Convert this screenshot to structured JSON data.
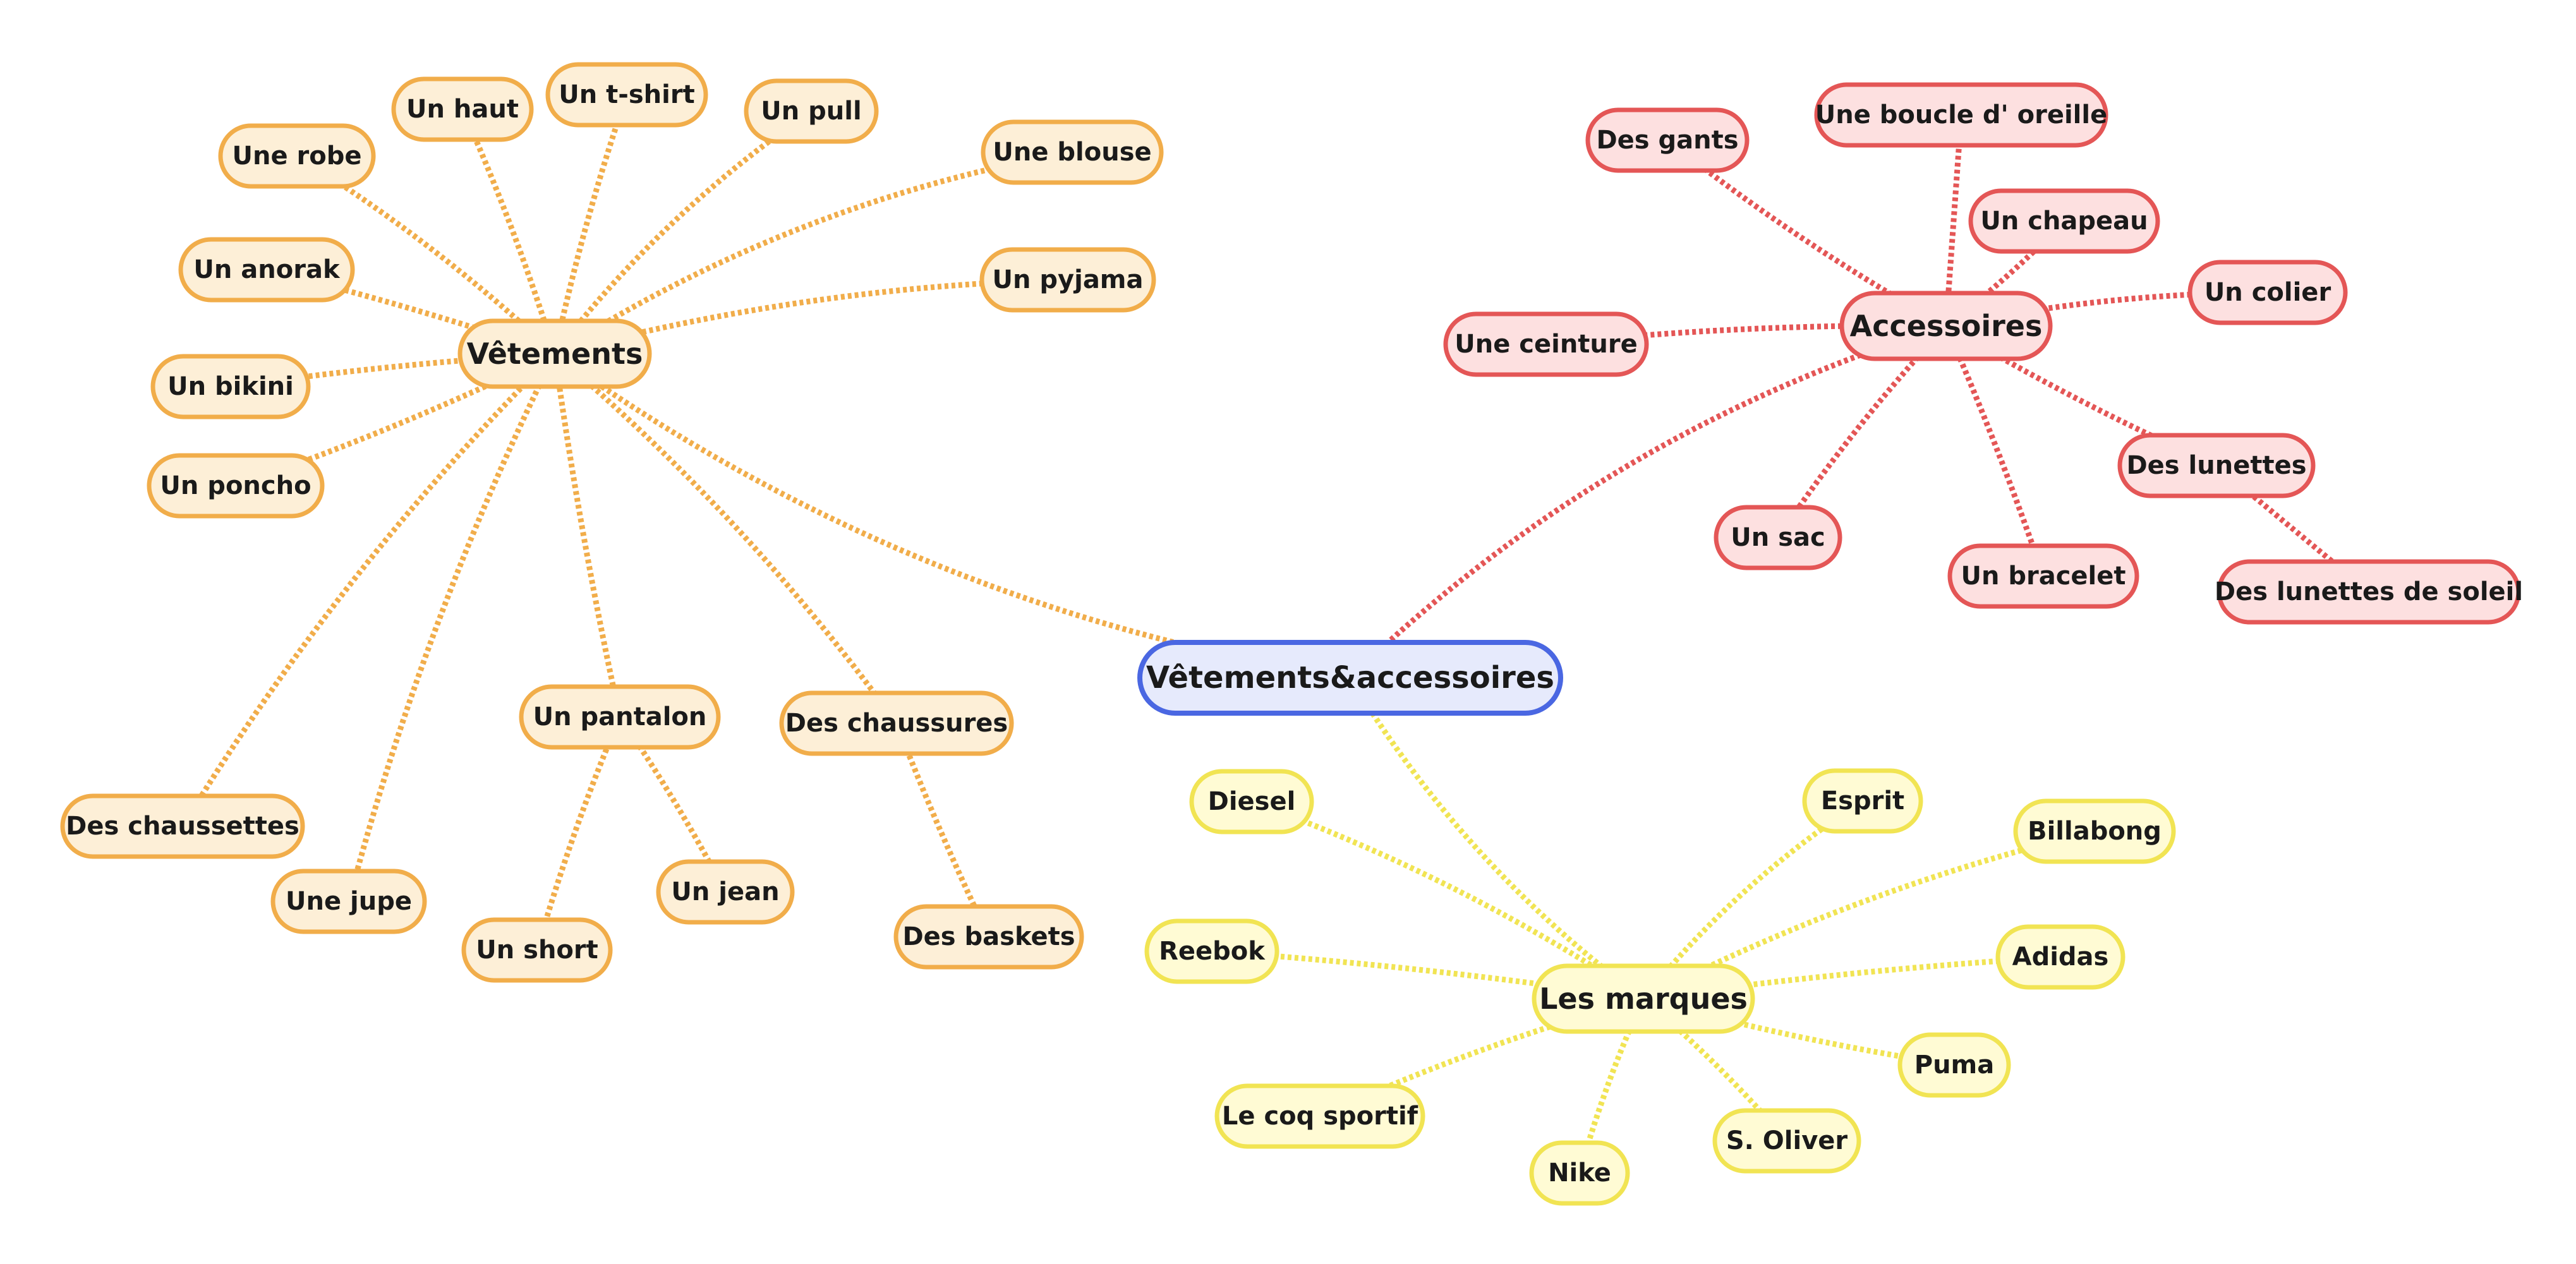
{
  "colors": {
    "root": {
      "stroke": "#4a67e2",
      "fill": "#e6eafc"
    },
    "orange": {
      "stroke": "#f1ad4a",
      "fill": "#fdefd7",
      "line": "#f1ad4a"
    },
    "red": {
      "stroke": "#e45656",
      "fill": "#fde0e0",
      "line": "#e45656"
    },
    "yellow": {
      "stroke": "#f1e453",
      "fill": "#fffbd4",
      "line": "#f1e453"
    }
  },
  "root": {
    "label": "Vêtements&accessoires"
  },
  "branches": {
    "vetements": {
      "label": "Vêtements",
      "items": {
        "une_robe": "Une robe",
        "un_haut": "Un haut",
        "un_tshirt": "Un t-shirt",
        "un_pull": "Un pull",
        "une_blouse": "Une blouse",
        "un_pyjama": "Un pyjama",
        "un_anorak": "Un anorak",
        "un_bikini": "Un bikini",
        "un_poncho": "Un poncho",
        "des_chaussettes": "Des chaussettes",
        "une_jupe": "Une jupe",
        "un_pantalon": "Un pantalon",
        "un_short": "Un short",
        "un_jean": "Un jean",
        "des_chaussures": "Des chaussures",
        "des_baskets": "Des baskets"
      }
    },
    "accessoires": {
      "label": "Accessoires",
      "items": {
        "des_gants": "Des gants",
        "une_boucle": "Une boucle d' oreille",
        "un_chapeau": "Un chapeau",
        "un_colier": "Un colier",
        "une_ceinture": "Une ceinture",
        "des_lunettes": "Des lunettes",
        "un_sac": "Un sac",
        "un_bracelet": "Un bracelet",
        "des_lunettes_soleil": "Des lunettes de soleil"
      }
    },
    "marques": {
      "label": "Les marques",
      "items": {
        "diesel": "Diesel",
        "esprit": "Esprit",
        "billabong": "Billabong",
        "reebok": "Reebok",
        "adidas": "Adidas",
        "puma": "Puma",
        "le_coq": "Le coq sportif",
        "nike": "Nike",
        "s_oliver": "S. Oliver"
      }
    }
  }
}
